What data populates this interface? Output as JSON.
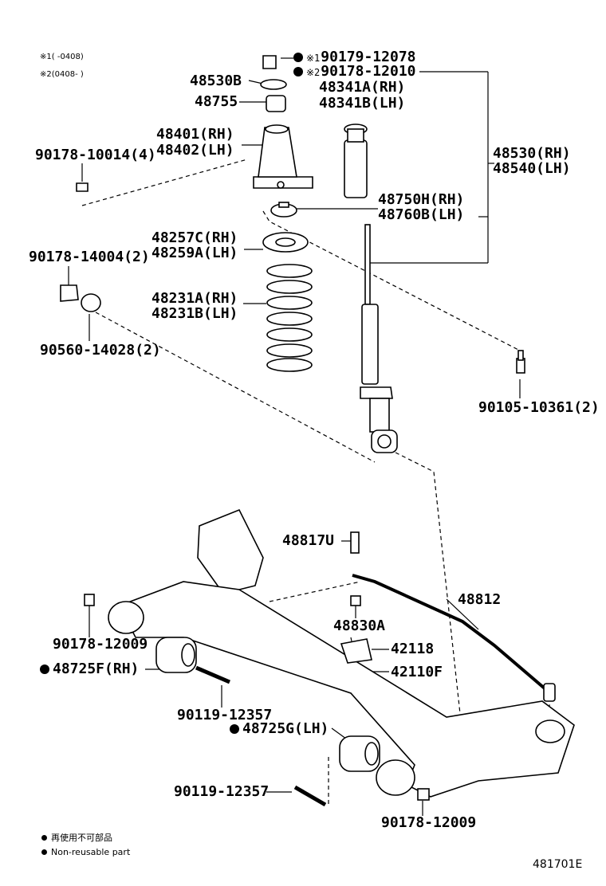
{
  "diagram_code": "481701E",
  "notes": {
    "note1_mark": "※1",
    "note1_range": "(   -0408)",
    "note2_mark": "※2",
    "note2_range": "(0408-   )"
  },
  "legend": {
    "jp_text": "再使用不可部品",
    "en_text": "Non-reusable part"
  },
  "labels": {
    "nut_upper_1": "90179-12078",
    "nut_upper_2": "90178-12010",
    "mark_1": "※1",
    "mark_2": "※2",
    "l48530B": "48530B",
    "l48755": "48755",
    "l48341A": "48341A(RH)",
    "l48341B": "48341B(LH)",
    "l48401": "48401(RH)",
    "l48402": "48402(LH)",
    "l90178_10014": "90178-10014(4)",
    "l48530": "48530(RH)",
    "l48540": "48540(LH)",
    "l48750H": "48750H(RH)",
    "l48760B": "48760B(LH)",
    "l48257C": "48257C(RH)",
    "l48259A": "48259A(LH)",
    "l90178_14004": "90178-14004(2)",
    "l48231A": "48231A(RH)",
    "l48231B": "48231B(LH)",
    "l90560": "90560-14028(2)",
    "l90105": "90105-10361(2)",
    "l48817U": "48817U",
    "l48812": "48812",
    "l48830A": "48830A",
    "l42118": "42118",
    "l42110F": "42110F",
    "l90178_12009a": "90178-12009",
    "l48725F": "48725F(RH)",
    "l90119_12357a": "90119-12357",
    "l48725G": "48725G(LH)",
    "l90119_12357b": "90119-12357",
    "l90178_12009b": "90178-12009"
  }
}
